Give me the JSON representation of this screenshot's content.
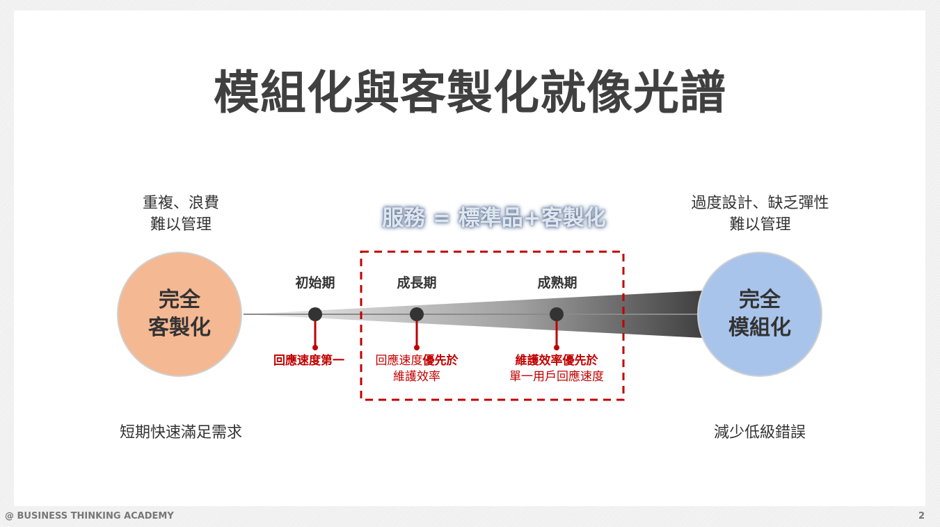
{
  "title": "模組化與客製化就像光譜",
  "left": {
    "concern_line1": "重複、浪費",
    "concern_line2": "難以管理",
    "circle_line1": "完全",
    "circle_line2": "客製化",
    "benefit": "短期快速滿足需求",
    "color": "#f4b893"
  },
  "right": {
    "concern_line1": "過度設計、缺乏彈性",
    "concern_line2": "難以管理",
    "circle_line1": "完全",
    "circle_line2": "模組化",
    "benefit": "減少低級錯誤",
    "color": "#a9c4ea"
  },
  "service_label": "服務 = 標準品+客製化",
  "stages": [
    {
      "name": "初始期",
      "note_bold": "回應速度第一"
    },
    {
      "name": "成長期",
      "note_normal": "回應速度",
      "note_bold": "優先於",
      "note_line2": "維護效率"
    },
    {
      "name": "成熟期",
      "note_bold": "維護效率優先於",
      "note_line2": "單一用戶回應速度"
    }
  ],
  "footer": {
    "brand": "@ BUSINESS THINKING ACADEMY",
    "page": "2"
  }
}
